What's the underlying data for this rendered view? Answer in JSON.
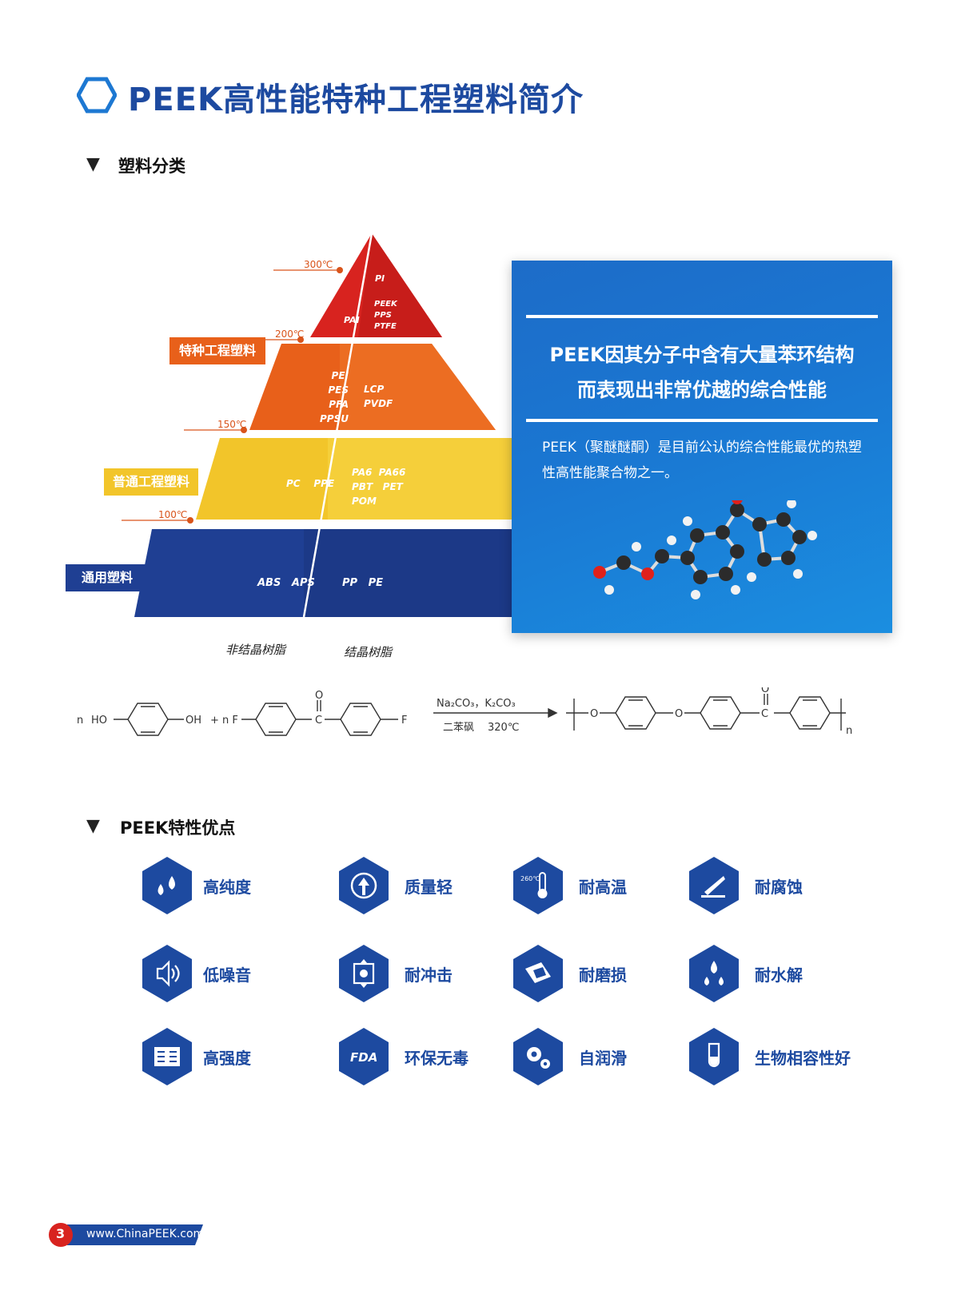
{
  "page": {
    "title": "PEEK高性能特种工程塑料简介"
  },
  "section1": {
    "heading": "塑料分类"
  },
  "pyramid": {
    "levels": [
      {
        "temp": "300℃",
        "left": "PAI",
        "top": "PI",
        "right": "PEEK\nPPS\nPTFE",
        "color": "#d8231f"
      },
      {
        "temp": "200℃",
        "left": "PEI\nPES\nPFA\nPPSU",
        "right": "LCP\nPVDF",
        "color": "#e8601a"
      },
      {
        "temp": "150℃",
        "left": "PC    PPE",
        "right": "PA6  PA66\nPBT   PET\nPOM",
        "color": "#f2c52a"
      },
      {
        "temp": "100℃",
        "left": "ABS   APS",
        "right": "PP   PE",
        "color": "#1f3f93"
      }
    ],
    "categories": {
      "special": "特种工程塑料",
      "general_eng": "普通工程塑料",
      "general": "通用塑料"
    },
    "axis": {
      "amorphous": "非结晶树脂",
      "crystalline": "结晶树脂"
    }
  },
  "panel": {
    "headline_1": "PEEK因其分子中含有大量苯环结构",
    "headline_2": "而表现出非常优越的综合性能",
    "paragraph": "PEEK（聚醚醚酮）是目前公认的综合性能最优的热塑性高性能聚合物之一。"
  },
  "reaction": {
    "n1": "n",
    "ho": "HO",
    "oh": "OH",
    "plus": "+",
    "nF": "n F",
    "F": "F",
    "O_top": "O",
    "C": "C",
    "reagents": "Na₂CO₃，K₂CO₃",
    "solvent": "二苯砜",
    "temp": "320℃",
    "O": "O",
    "n_sub": "n"
  },
  "section2": {
    "heading": "PEEK特性优点"
  },
  "features": [
    {
      "label": "高纯度",
      "icon": "droplets-icon"
    },
    {
      "label": "质量轻",
      "icon": "lightweight-icon"
    },
    {
      "label": "耐高温",
      "icon": "thermometer-icon"
    },
    {
      "label": "耐腐蚀",
      "icon": "corrosion-icon"
    },
    {
      "label": "低噪音",
      "icon": "speaker-icon"
    },
    {
      "label": "耐冲击",
      "icon": "impact-icon"
    },
    {
      "label": "耐磨损",
      "icon": "wear-icon"
    },
    {
      "label": "耐水解",
      "icon": "water-drops-icon"
    },
    {
      "label": "高强度",
      "icon": "strength-icon"
    },
    {
      "label": "环保无毒",
      "icon": "fda-icon"
    },
    {
      "label": "自润滑",
      "icon": "gears-icon"
    },
    {
      "label": "生物相容性好",
      "icon": "test-tube-icon"
    }
  ],
  "feature_icon_texts": {
    "thermo": "260℃",
    "fda": "FDA"
  },
  "footer": {
    "page_number": "3",
    "url": "www.ChinaPEEK.com"
  },
  "colors": {
    "brand_blue": "#1d4aa0",
    "red": "#d8231f",
    "orange": "#e8601a",
    "yellow": "#f2c52a",
    "navy": "#1f3f93"
  }
}
